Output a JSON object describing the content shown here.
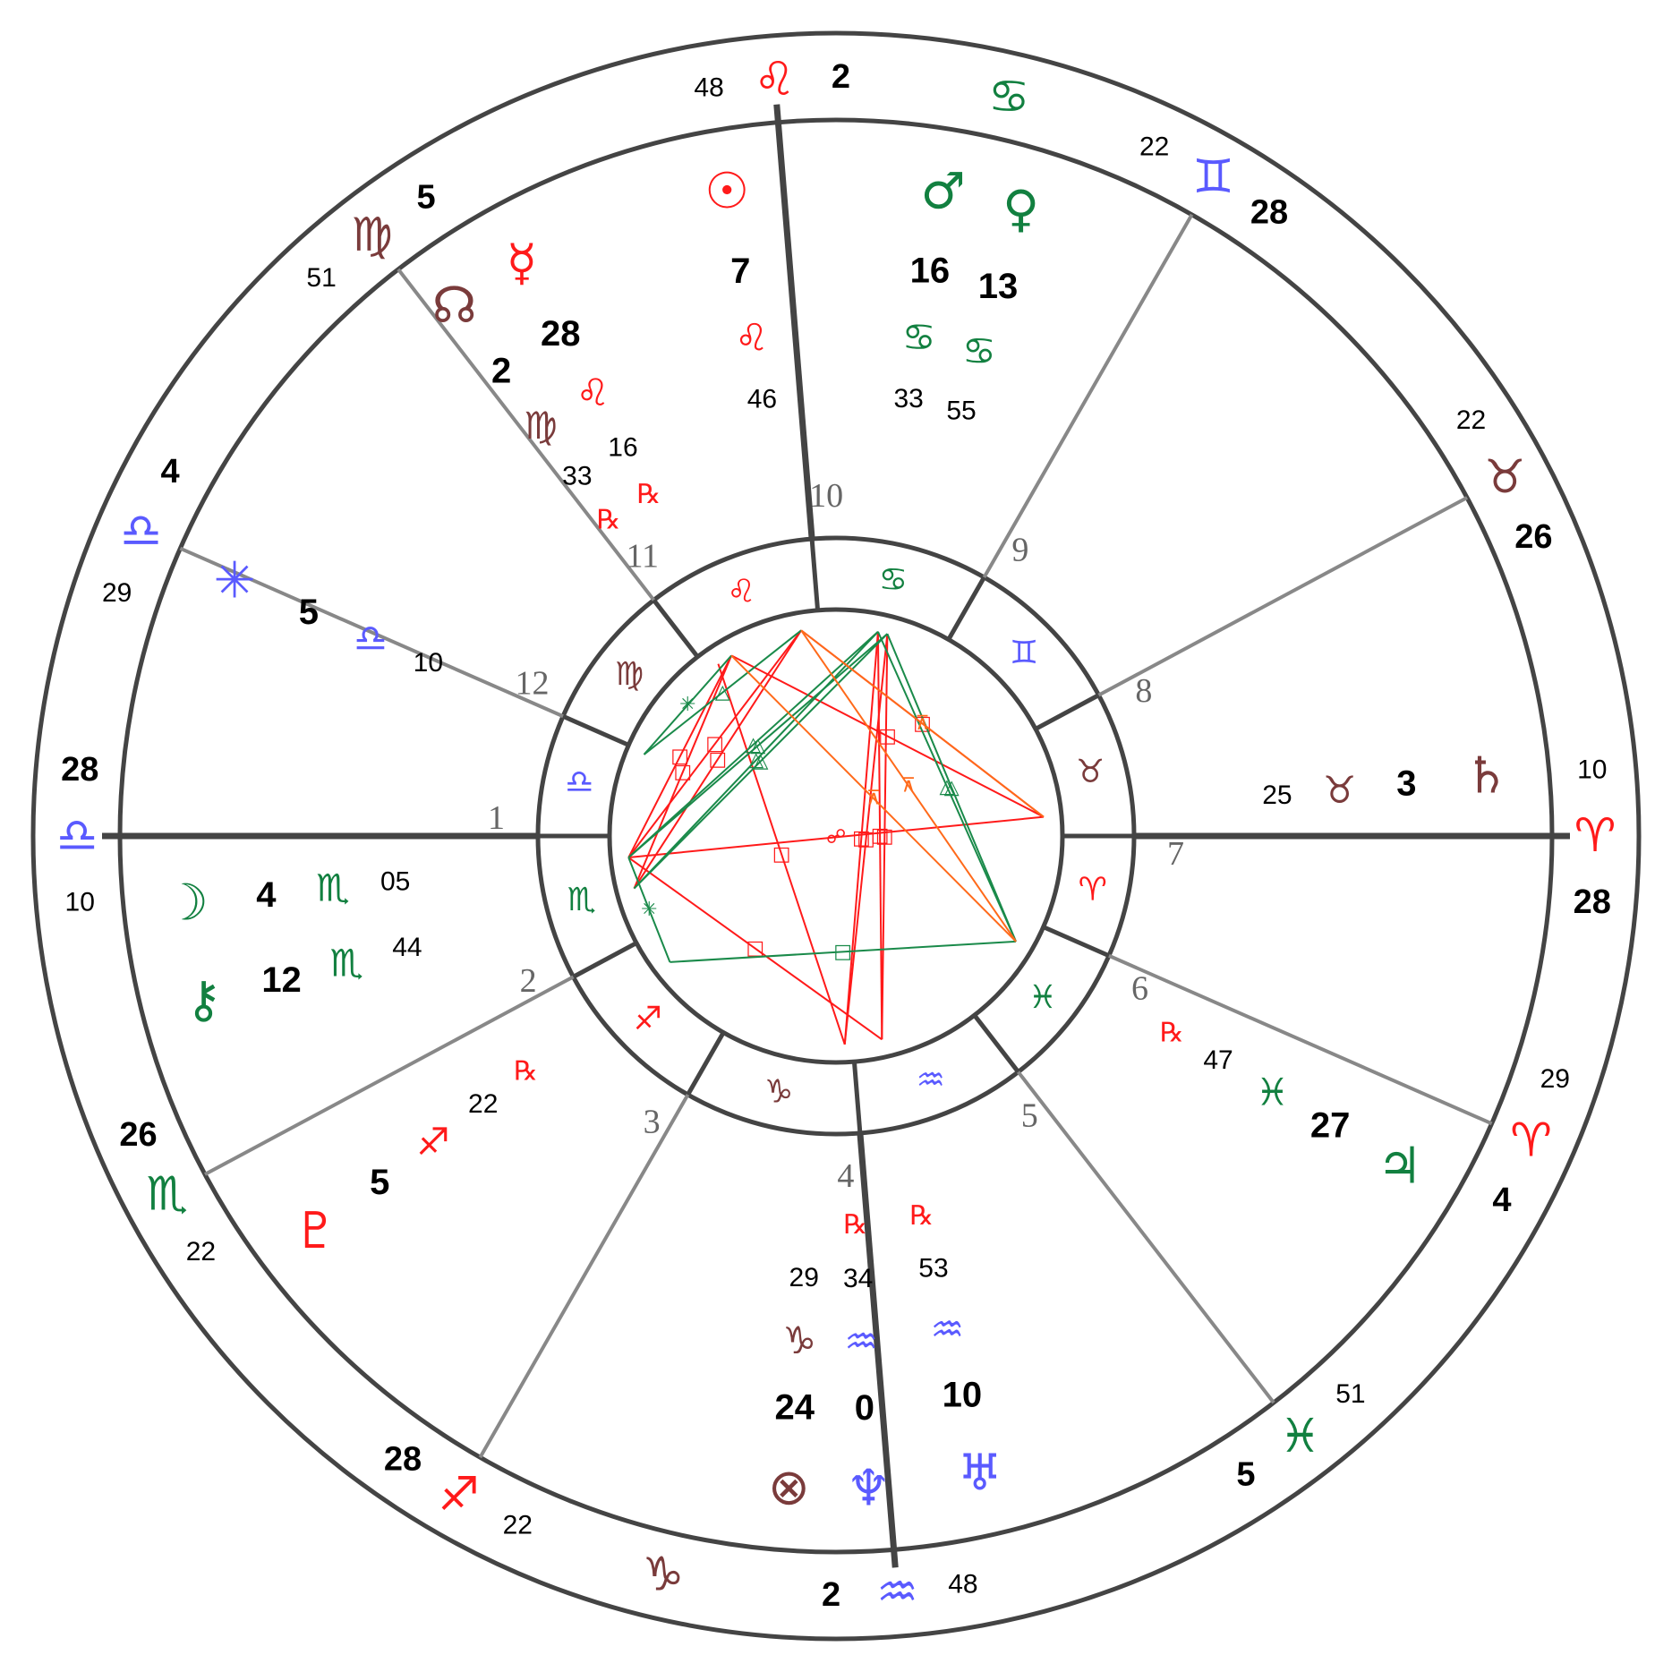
{
  "colors": {
    "fire": "#ff1a1a",
    "water": "#128040",
    "air": "#5a5aff",
    "earth": "#7a3b3b",
    "ring": "#444444",
    "house_line": "#888888",
    "aspect_red": "#ff1a1a",
    "aspect_green": "#1a8a4a",
    "aspect_orange": "#ff6a1a"
  },
  "signs": [
    {
      "name": "aries",
      "glyph": "♈",
      "element": "fire"
    },
    {
      "name": "taurus",
      "glyph": "♉",
      "element": "earth"
    },
    {
      "name": "gemini",
      "glyph": "♊",
      "element": "air"
    },
    {
      "name": "cancer",
      "glyph": "♋",
      "element": "water"
    },
    {
      "name": "leo",
      "glyph": "♌",
      "element": "fire"
    },
    {
      "name": "virgo",
      "glyph": "♍",
      "element": "earth"
    },
    {
      "name": "libra",
      "glyph": "♎",
      "element": "air"
    },
    {
      "name": "scorpio",
      "glyph": "♏",
      "element": "water"
    },
    {
      "name": "sagittarius",
      "glyph": "♐",
      "element": "fire"
    },
    {
      "name": "capricorn",
      "glyph": "♑",
      "element": "earth"
    },
    {
      "name": "aquarius",
      "glyph": "♒",
      "element": "air"
    },
    {
      "name": "pisces",
      "glyph": "♓",
      "element": "water"
    }
  ],
  "cusps": [
    {
      "house": 1,
      "deg": "28",
      "sign": "libra",
      "min": "10",
      "primary": true
    },
    {
      "house": 2,
      "deg": "26",
      "sign": "scorpio",
      "min": "22"
    },
    {
      "house": 3,
      "deg": "28",
      "sign": "sagittarius",
      "min": "22"
    },
    {
      "house": 4,
      "deg": "2",
      "sign": "aquarius",
      "min": "48",
      "primary": true
    },
    {
      "house": 5,
      "deg": "5",
      "sign": "pisces",
      "min": "51"
    },
    {
      "house": 6,
      "deg": "4",
      "sign": "aries",
      "min": "29"
    },
    {
      "house": 7,
      "deg": "28",
      "sign": "aries",
      "min": "10",
      "primary": true
    },
    {
      "house": 8,
      "deg": "26",
      "sign": "taurus",
      "min": "22"
    },
    {
      "house": 9,
      "deg": "28",
      "sign": "gemini",
      "min": "22"
    },
    {
      "house": 10,
      "deg": "2",
      "sign": "leo",
      "min": "48",
      "primary": true
    },
    {
      "house": 11,
      "deg": "5",
      "sign": "virgo",
      "min": "51"
    },
    {
      "house": 12,
      "deg": "4",
      "sign": "libra",
      "min": "29"
    }
  ],
  "intercepted": [
    "cancer",
    "capricorn"
  ],
  "inner_signs": [
    {
      "house": 1,
      "sign": "scorpio"
    },
    {
      "house": 2,
      "sign": "sagittarius"
    },
    {
      "house": 3,
      "sign": "capricorn"
    },
    {
      "house": 4,
      "sign": "aquarius"
    },
    {
      "house": 5,
      "sign": "pisces"
    },
    {
      "house": 6,
      "sign": "aries"
    },
    {
      "house": 7,
      "sign": "taurus"
    },
    {
      "house": 8,
      "sign": "gemini"
    },
    {
      "house": 9,
      "sign": "cancer"
    },
    {
      "house": 10,
      "sign": "leo"
    },
    {
      "house": 11,
      "sign": "virgo"
    },
    {
      "house": 12,
      "sign": "libra"
    }
  ],
  "house_numbers": [
    "1",
    "2",
    "3",
    "4",
    "5",
    "6",
    "7",
    "8",
    "9",
    "10",
    "11",
    "12"
  ],
  "retrograde_symbol": "℞",
  "planets": [
    {
      "name": "sun",
      "glyph": "☉",
      "deg": "7",
      "sign": "leo",
      "min": "46",
      "element": "fire"
    },
    {
      "name": "mercury",
      "glyph": "☿",
      "deg": "28",
      "sign": "leo",
      "min": "16",
      "element": "fire",
      "retro": true
    },
    {
      "name": "north-node",
      "glyph": "☊",
      "deg": "2",
      "sign": "virgo",
      "min": "33",
      "element": "earth",
      "retro": true
    },
    {
      "name": "mars",
      "glyph": "♂",
      "deg": "16",
      "sign": "cancer",
      "min": "33",
      "element": "water"
    },
    {
      "name": "venus",
      "glyph": "♀",
      "deg": "13",
      "sign": "cancer",
      "min": "55",
      "element": "water"
    },
    {
      "name": "vesta",
      "glyph": "✳",
      "deg": "5",
      "sign": "libra",
      "min": "10",
      "element": "air"
    },
    {
      "name": "moon",
      "glyph": "☽",
      "deg": "4",
      "sign": "scorpio",
      "min": "05",
      "element": "water"
    },
    {
      "name": "chiron",
      "glyph": "⚷",
      "deg": "12",
      "sign": "scorpio",
      "min": "44",
      "element": "water"
    },
    {
      "name": "pluto",
      "glyph": "♇",
      "deg": "5",
      "sign": "sagittarius",
      "min": "22",
      "element": "fire",
      "retro": true
    },
    {
      "name": "part-of-fortune",
      "glyph": "⊗",
      "deg": "24",
      "sign": "capricorn",
      "min": "29",
      "element": "earth"
    },
    {
      "name": "neptune",
      "glyph": "♆",
      "deg": "0",
      "sign": "aquarius",
      "min": "34",
      "element": "air",
      "retro": true
    },
    {
      "name": "uranus",
      "glyph": "♅",
      "deg": "10",
      "sign": "aquarius",
      "min": "53",
      "element": "air",
      "retro": true
    },
    {
      "name": "jupiter",
      "glyph": "♃",
      "deg": "27",
      "sign": "pisces",
      "min": "47",
      "element": "water",
      "retro": true
    },
    {
      "name": "saturn",
      "glyph": "♄",
      "deg": "3",
      "sign": "taurus",
      "min": "25",
      "element": "earth"
    }
  ],
  "aspects": [
    {
      "a": "mars",
      "b": "neptune",
      "color": "aspect_red",
      "symbol": "□"
    },
    {
      "a": "mars",
      "b": "uranus",
      "color": "aspect_red",
      "symbol": "□"
    },
    {
      "a": "venus",
      "b": "neptune",
      "color": "aspect_red",
      "symbol": "□"
    },
    {
      "a": "venus",
      "b": "uranus",
      "color": "aspect_red",
      "symbol": "□"
    },
    {
      "a": "sun",
      "b": "saturn",
      "color": "aspect_red",
      "symbol": "□"
    },
    {
      "a": "mercury",
      "b": "saturn",
      "color": "aspect_red",
      "symbol": "□"
    },
    {
      "a": "moon",
      "b": "sun",
      "color": "aspect_red",
      "symbol": "□"
    },
    {
      "a": "moon",
      "b": "mercury",
      "color": "aspect_red",
      "symbol": "□"
    },
    {
      "a": "chiron",
      "b": "sun",
      "color": "aspect_red",
      "symbol": "□"
    },
    {
      "a": "chiron",
      "b": "mercury",
      "color": "aspect_red",
      "symbol": "□"
    },
    {
      "a": "moon",
      "b": "saturn",
      "color": "aspect_red",
      "symbol": "☍"
    },
    {
      "a": "moon",
      "b": "uranus",
      "color": "aspect_red",
      "symbol": "□"
    },
    {
      "a": "north-node",
      "b": "neptune",
      "color": "aspect_red",
      "symbol": "□"
    },
    {
      "a": "vesta",
      "b": "mercury",
      "color": "aspect_green",
      "symbol": "✳"
    },
    {
      "a": "vesta",
      "b": "sun",
      "color": "aspect_green",
      "symbol": "△"
    },
    {
      "a": "mars",
      "b": "chiron",
      "color": "aspect_green",
      "symbol": "△"
    },
    {
      "a": "venus",
      "b": "chiron",
      "color": "aspect_green",
      "symbol": "△"
    },
    {
      "a": "venus",
      "b": "moon",
      "color": "aspect_green",
      "symbol": "△"
    },
    {
      "a": "mars",
      "b": "moon",
      "color": "aspect_green",
      "symbol": "△"
    },
    {
      "a": "mars",
      "b": "jupiter",
      "color": "aspect_green",
      "symbol": "△"
    },
    {
      "a": "venus",
      "b": "jupiter",
      "color": "aspect_green",
      "symbol": "△"
    },
    {
      "a": "moon",
      "b": "pluto",
      "color": "aspect_green",
      "symbol": "✳"
    },
    {
      "a": "jupiter",
      "b": "pluto",
      "color": "aspect_green",
      "symbol": "□"
    },
    {
      "a": "saturn",
      "b": "sun",
      "color": "aspect_orange",
      "symbol": "⊼"
    },
    {
      "a": "jupiter",
      "b": "sun",
      "color": "aspect_orange",
      "symbol": "⊼"
    },
    {
      "a": "jupiter",
      "b": "mercury",
      "color": "aspect_orange",
      "symbol": "⊼"
    }
  ]
}
